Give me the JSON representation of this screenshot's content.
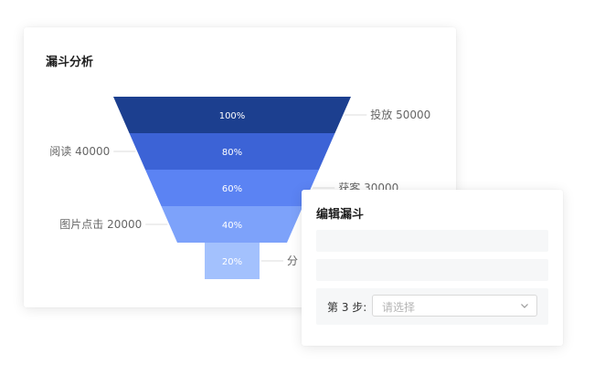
{
  "funnel_card": {
    "title": "漏斗分析",
    "stages": [
      {
        "percent_label": "100%",
        "color": "#1c3f8f",
        "label": "投放 50000",
        "side": "right"
      },
      {
        "percent_label": "80%",
        "color": "#3c63d6",
        "label": "阅读 40000",
        "side": "left"
      },
      {
        "percent_label": "60%",
        "color": "#5b83f3",
        "label": "获客 30000",
        "side": "right"
      },
      {
        "percent_label": "40%",
        "color": "#7da2fa",
        "label": "图片点击 20000",
        "side": "left"
      },
      {
        "percent_label": "20%",
        "color": "#a3c1fd",
        "label": "分",
        "side": "right"
      }
    ]
  },
  "edit_card": {
    "title": "编辑漏斗",
    "step3": {
      "label": "第 3 步:",
      "placeholder": "请选择"
    }
  }
}
